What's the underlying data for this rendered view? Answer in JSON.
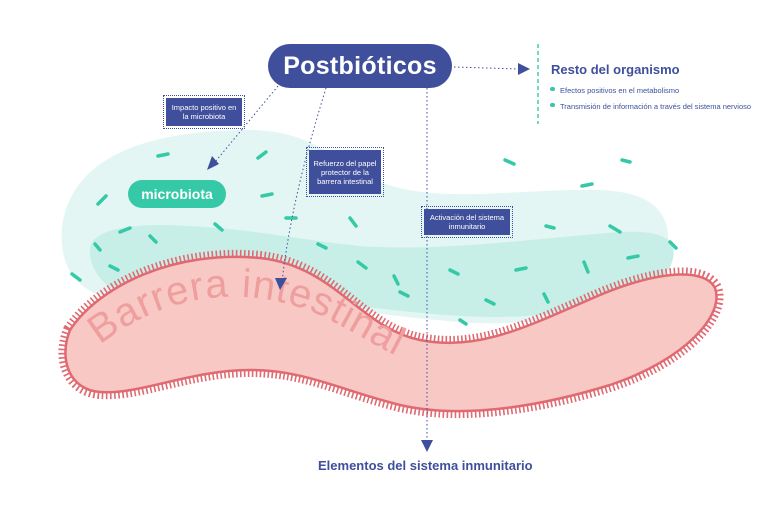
{
  "title": "Postbióticos",
  "microbiota_label": "microbiota",
  "tags": {
    "impacto": "Impacto positivo en la microbiota",
    "refuerzo": "Refuerzo del papel protector de la barrera intestinal",
    "activacion": "Activación del sistema inmunitario"
  },
  "resto": {
    "title": "Resto del organismo",
    "items": [
      "Efectos positivos en el metabolismo",
      "Transmisión de información a través del sistema nervioso"
    ]
  },
  "barrier_label": "Barrera intestinal",
  "bottom_label": "Elementos del sistema inmunitario",
  "colors": {
    "navy": "#3f4f9c",
    "teal": "#35c9a7",
    "mint_light": "#e3f6f3",
    "mint": "#c7efe8",
    "barrier_fill": "#f8c8c4",
    "barrier_edge": "#e06a72",
    "barrier_text": "#ef9e9e"
  }
}
